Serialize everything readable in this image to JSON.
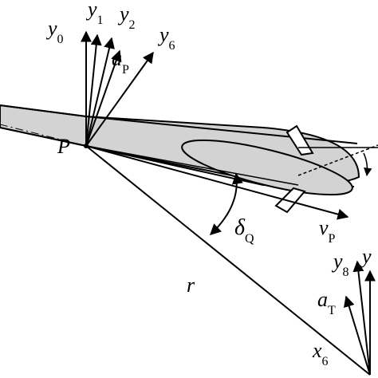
{
  "labels": {
    "y0": {
      "main": "y",
      "sub": "0"
    },
    "y1": {
      "main": "y",
      "sub": "1"
    },
    "y2": {
      "main": "y",
      "sub": "2"
    },
    "y6": {
      "main": "y",
      "sub": "6"
    },
    "aP": {
      "main": "a",
      "sub": "P"
    },
    "P": {
      "main": "P"
    },
    "deltaQ": {
      "main": "δ",
      "sub": "Q"
    },
    "vP": {
      "main": "v",
      "sub": "P"
    },
    "r": {
      "main": "r"
    },
    "y8": {
      "main": "y",
      "sub": "8"
    },
    "yT": {
      "main": "y"
    },
    "aT": {
      "main": "a",
      "sub": "T"
    },
    "x6": {
      "main": "x",
      "sub": "6"
    }
  },
  "colors": {
    "stroke": "#000000",
    "missile_fill": "#d3d3d3",
    "background": "#ffffff"
  }
}
